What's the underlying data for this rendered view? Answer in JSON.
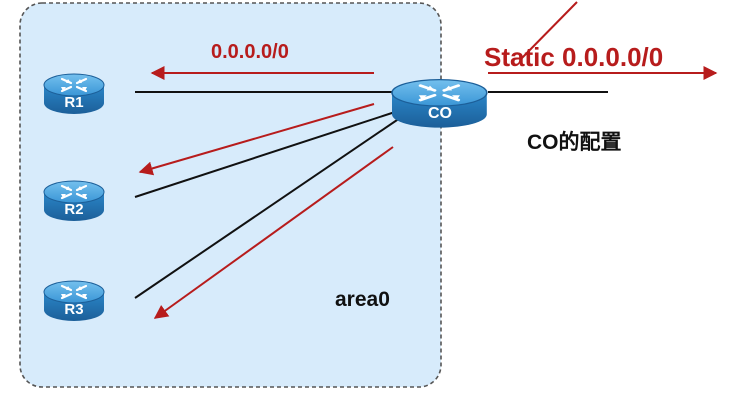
{
  "diagram": {
    "area_label": "area0",
    "default_route_label": "0.0.0.0/0",
    "static_route_label": "Static 0.0.0.0/0",
    "caption": "CO的配置",
    "routers": [
      {
        "id": "R1",
        "label": "R1"
      },
      {
        "id": "R2",
        "label": "R2"
      },
      {
        "id": "R3",
        "label": "R3"
      },
      {
        "id": "CO",
        "label": "CO"
      }
    ]
  },
  "colors": {
    "area_fill": "#d7ebfb",
    "area_border": "#555555",
    "router_body": "#2a86c8",
    "router_top": "#4aa6e0",
    "link": "#111111",
    "route_arrow": "#b71c1c",
    "label_red": "#b71c1c"
  }
}
